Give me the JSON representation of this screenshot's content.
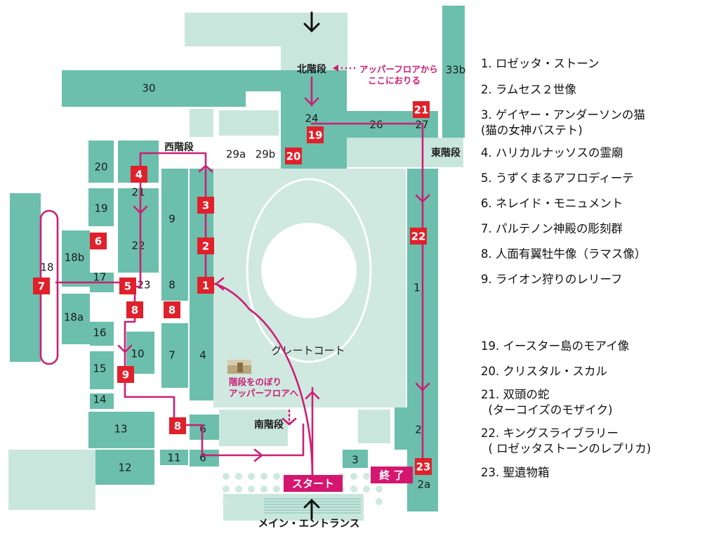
{
  "colors": {
    "room": "#6bbfac",
    "light_room": "#c9e6dd",
    "route": "#cc1f74",
    "marker": "#e0202a",
    "pill": "#d4166f"
  },
  "rooms": [
    "30",
    "20",
    "19",
    "18",
    "18b",
    "18a",
    "17",
    "16",
    "15",
    "14",
    "13",
    "12",
    "11",
    "10",
    "9",
    "8",
    "7",
    "6",
    "4",
    "3",
    "2",
    "2a",
    "1",
    "21",
    "22",
    "23",
    "24",
    "26",
    "27",
    "29a",
    "29b",
    "33b",
    "6"
  ],
  "stairs": {
    "north": "北階段",
    "west": "西階段",
    "east": "東階段",
    "south": "南階段"
  },
  "court_label": "グレートコート",
  "upper_floor_note": "アッパーフロアから\nここにおりる",
  "stairs_up_note": "階段をのぼり\nアッパーフロアへ",
  "start_label": "スタート",
  "end_label": "終 了",
  "main_entrance": "メイン・エントランス",
  "markers": [
    "1",
    "2",
    "3",
    "4",
    "5",
    "6",
    "7",
    "8",
    "8",
    "8",
    "9",
    "19",
    "20",
    "21",
    "22",
    "23"
  ],
  "legend": [
    {
      "num": "1.",
      "text": "ロゼッタ・ストーン"
    },
    {
      "num": "2.",
      "text": "ラムセス２世像"
    },
    {
      "num": "3.",
      "text": "ゲイヤー・アンダーソンの猫\n(猫の女神バステト)"
    },
    {
      "num": "4.",
      "text": "ハリカルナッソスの霊廟"
    },
    {
      "num": "5.",
      "text": "うずくまるアフロディーテ"
    },
    {
      "num": "6.",
      "text": "ネレイド・モニュメント"
    },
    {
      "num": "7.",
      "text": "パルテノン神殿の彫刻群"
    },
    {
      "num": "8.",
      "text": "人面有翼牡牛像（ラマス像）"
    },
    {
      "num": "9.",
      "text": "ライオン狩りのレリーフ"
    },
    {
      "num": "19.",
      "text": "イースター島のモアイ像"
    },
    {
      "num": "20.",
      "text": "クリスタル・スカル"
    },
    {
      "num": "21.",
      "text": "双頭の蛇\n  (ターコイズのモザイク)"
    },
    {
      "num": "22.",
      "text": "キングスライブラリー\n  ( ロゼッタストーンのレプリカ)"
    },
    {
      "num": "23.",
      "text": "聖遺物箱"
    }
  ]
}
